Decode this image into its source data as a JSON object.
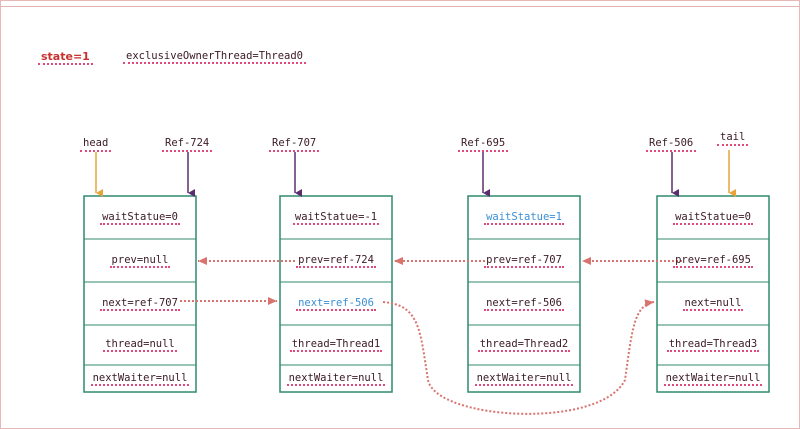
{
  "lock": {
    "state": "state=1",
    "owner": "exclusiveOwnerThread=Thread0"
  },
  "pointers": {
    "head": "head",
    "tail": "tail",
    "refs": [
      "Ref-724",
      "Ref-707",
      "Ref-695",
      "Ref-506"
    ]
  },
  "nodes": [
    {
      "waitStatus": "waitStatue=0",
      "prev": "prev=null",
      "next": "next=ref-707",
      "thread": "thread=null",
      "nextWaiter": "nextWaiter=null"
    },
    {
      "waitStatus": "waitStatue=-1",
      "prev": "prev=ref-724",
      "next": "next=ref-506",
      "thread": "thread=Thread1",
      "nextWaiter": "nextWaiter=null"
    },
    {
      "waitStatus": "waitStatue=1",
      "prev": "prev=ref-707",
      "next": "next=ref-506",
      "thread": "thread=Thread2",
      "nextWaiter": "nextWaiter=null"
    },
    {
      "waitStatus": "waitStatue=0",
      "prev": "prev=ref-695",
      "next": "next=null",
      "thread": "thread=Thread3",
      "nextWaiter": "nextWaiter=null"
    }
  ],
  "colors": {
    "border": "#2f8a6e",
    "arrowPurple": "#5c2d6e",
    "arrowOrange": "#e7a43b",
    "dottedRed": "#cc5a5a",
    "highlightBlue": "#3a8fd6",
    "stateRed": "#c8312e"
  }
}
